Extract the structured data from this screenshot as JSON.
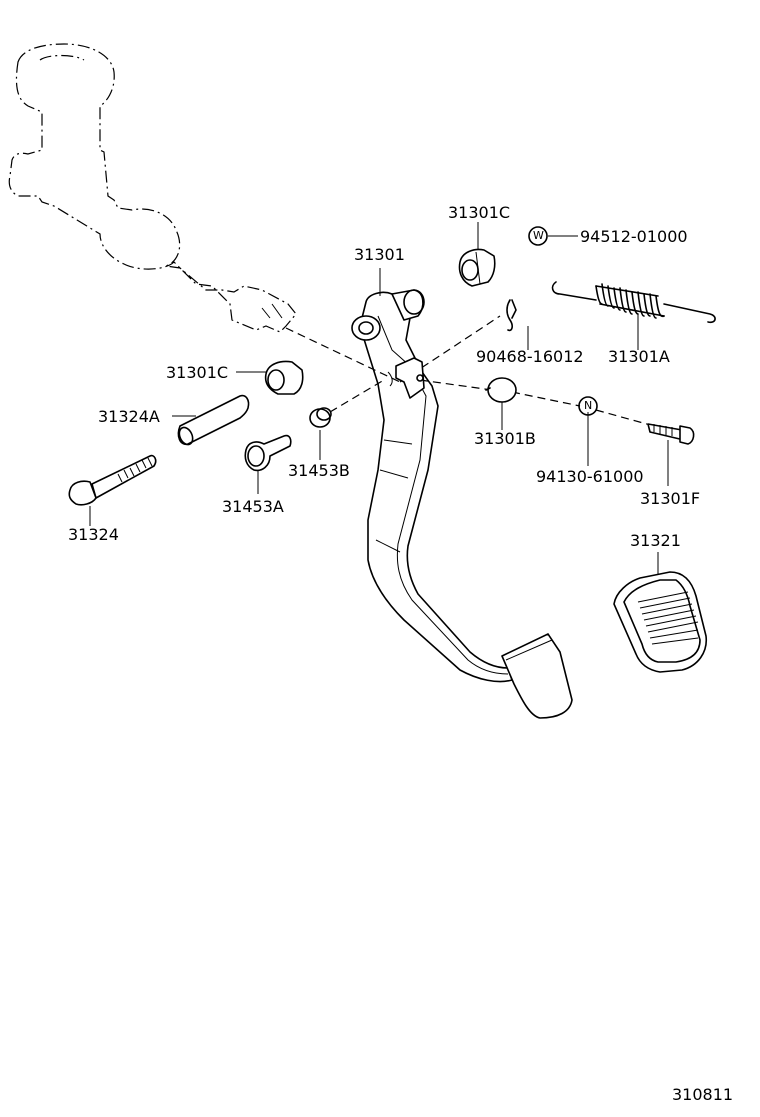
{
  "diagram": {
    "labels": {
      "p31301": "31301",
      "p31301C_top": "31301C",
      "p94512": "94512-01000",
      "p31301C_left": "31301C",
      "p90468": "90468-16012",
      "p31301A": "31301A",
      "p31324A": "31324A",
      "p31301B": "31301B",
      "p31453B": "31453B",
      "p94130": "94130-61000",
      "p31301F": "31301F",
      "p31453A": "31453A",
      "p31324": "31324",
      "p31321": "31321"
    },
    "symbols": {
      "washer": "W",
      "nut": "N"
    },
    "figure_number": "310811"
  }
}
